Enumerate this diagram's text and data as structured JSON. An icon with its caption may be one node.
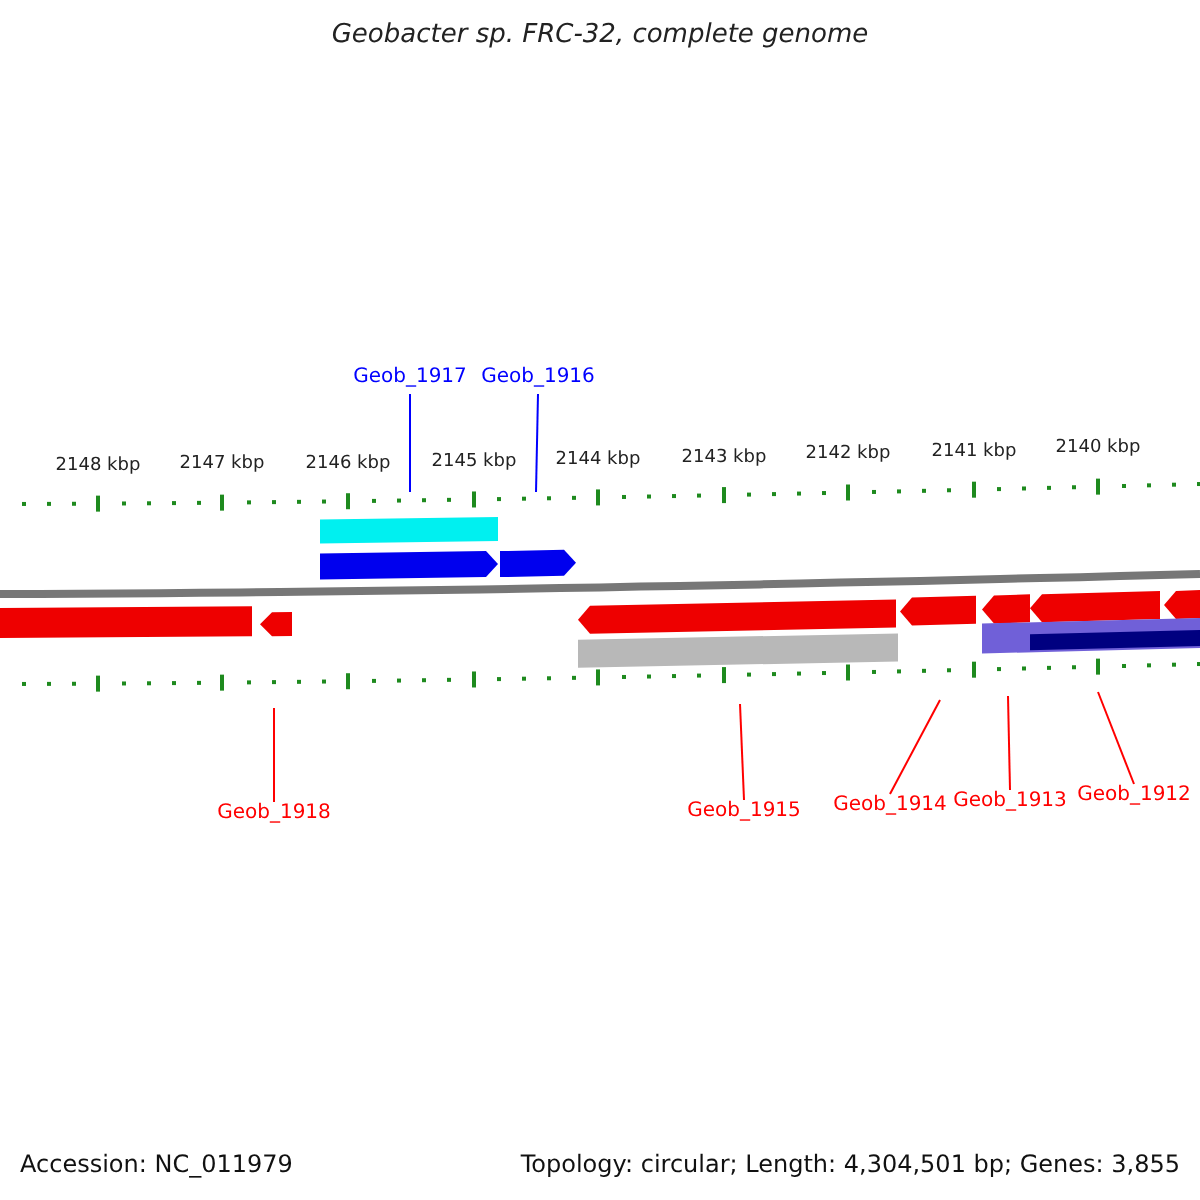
{
  "diagram": {
    "title": "Geobacter sp. FRC-32, complete genome",
    "nodes": [
      {
        "text": [
          "Geob_1917"
        ]
      },
      {
        "text": [
          "Geob_1916"
        ]
      },
      {
        "text": [
          "Geob_1918"
        ]
      },
      {
        "text": [
          "Geob_1915"
        ]
      },
      {
        "text": [
          "Geob_1914"
        ]
      },
      {
        "text": [
          "Geob_1913"
        ]
      },
      {
        "text": [
          "Geob_1912"
        ]
      }
    ],
    "edges": [
      {
        "from": 0,
        "to": null,
        "arrow": "none",
        "color": "#0000ff"
      },
      {
        "from": 1,
        "to": null,
        "arrow": "none",
        "color": "#0000ff"
      },
      {
        "from": 2,
        "to": null,
        "arrow": "none"
      },
      {
        "from": 3,
        "to": null,
        "arrow": "none"
      },
      {
        "from": 4,
        "to": null,
        "arrow": "none"
      },
      {
        "from": 5,
        "to": null,
        "arrow": "none"
      },
      {
        "from": 6,
        "to": null,
        "arrow": "none"
      }
    ],
    "labels": [
      "2148 kbp",
      "2147 kbp",
      "2146 kbp",
      "2145 kbp",
      "2144 kbp",
      "2143 kbp",
      "2142 kbp",
      "2141 kbp",
      "2140 kbp",
      "Accession: NC_011979",
      "Topology: circular; Length: 4,304,501 bp; Genes: 3,855"
    ]
  }
}
